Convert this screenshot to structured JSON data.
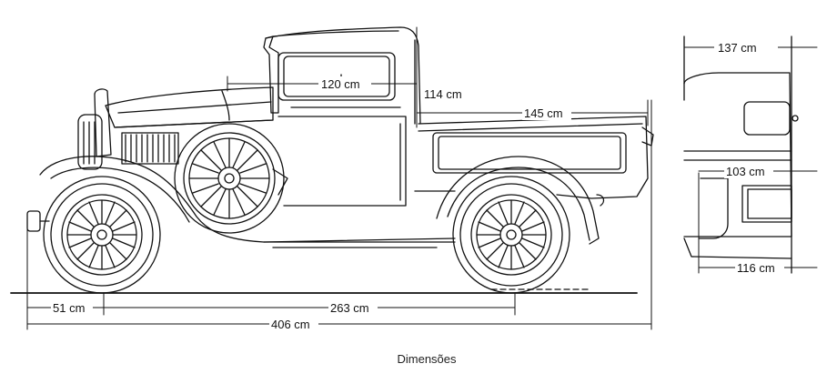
{
  "labels": {
    "cab_width_top": "120 cm",
    "cab_height": "114 cm",
    "bed_length": "145 cm",
    "front_overhang": "51 cm",
    "wheelbase": "263 cm",
    "overall_length": "406 cm",
    "rear_width_top": "137 cm",
    "rear_width_mid": "103 cm",
    "rear_track": "116 cm"
  },
  "caption": "Dimensões"
}
